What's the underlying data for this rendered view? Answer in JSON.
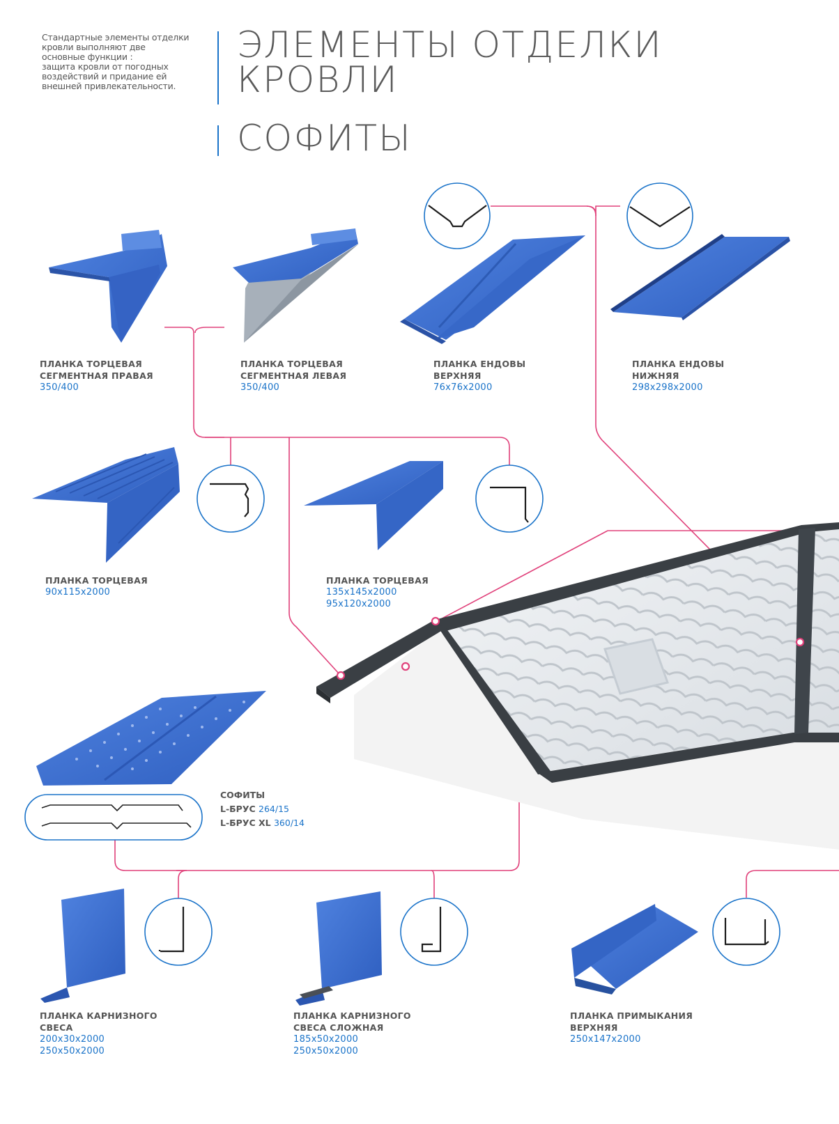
{
  "intro": {
    "lines": [
      "Стандартные элементы отделки",
      "кровли выполняют две",
      "основные функции :",
      "защита кровли от погодных",
      "воздействий и придание ей",
      "внешней привлекательности."
    ]
  },
  "heading": {
    "line1": "ЭЛЕМЕНТЫ ОТДЕЛКИ",
    "line2": "КРОВЛИ",
    "subtitle": "СОФИТЫ"
  },
  "products": [
    {
      "name1": "ПЛАНКА ТОРЦЕВАЯ",
      "name2": "СЕГМЕНТНАЯ ПРАВАЯ",
      "dim1": "350/400",
      "dim2": ""
    },
    {
      "name1": "ПЛАНКА ТОРЦЕВАЯ",
      "name2": "СЕГМЕНТНАЯ ЛЕВАЯ",
      "dim1": "350/400",
      "dim2": ""
    },
    {
      "name1": "ПЛАНКА ЕНДОВЫ",
      "name2": "ВЕРХНЯЯ",
      "dim1": "76x76x2000",
      "dim2": ""
    },
    {
      "name1": "ПЛАНКА ЕНДОВЫ",
      "name2": "НИЖНЯЯ",
      "dim1": "298x298x2000",
      "dim2": ""
    },
    {
      "name1": "ПЛАНКА ТОРЦЕВАЯ",
      "name2": "",
      "dim1": "90x115x2000",
      "dim2": ""
    },
    {
      "name1": "ПЛАНКА ТОРЦЕВАЯ",
      "name2": "",
      "dim1": "135x145x2000",
      "dim2": "95x120x2000"
    },
    {
      "name1": "ПЛАНКА КАРНИЗНОГО",
      "name2": "СВЕСА",
      "dim1": "200x30x2000",
      "dim2": "250x50x2000"
    },
    {
      "name1": "ПЛАНКА КАРНИЗНОГО",
      "name2": "СВЕСА СЛОЖНАЯ",
      "dim1": "185x50x2000",
      "dim2": "250x50x2000"
    },
    {
      "name1": "ПЛАНКА ПРИМЫКАНИЯ",
      "name2": "ВЕРХНЯЯ",
      "dim1": "250x147x2000",
      "dim2": ""
    }
  ],
  "sofit": {
    "title": "СОФИТЫ",
    "row1_label": "L-БРУС",
    "row1_value": "264/15",
    "row2_label": "L-БРУС XL",
    "row2_value": "360/14"
  },
  "colors": {
    "accent_blue": "#1a73c9",
    "product_blue": "#3d6fd0",
    "connector_pink": "#e0407a",
    "roof_dark": "#3a3f44"
  }
}
